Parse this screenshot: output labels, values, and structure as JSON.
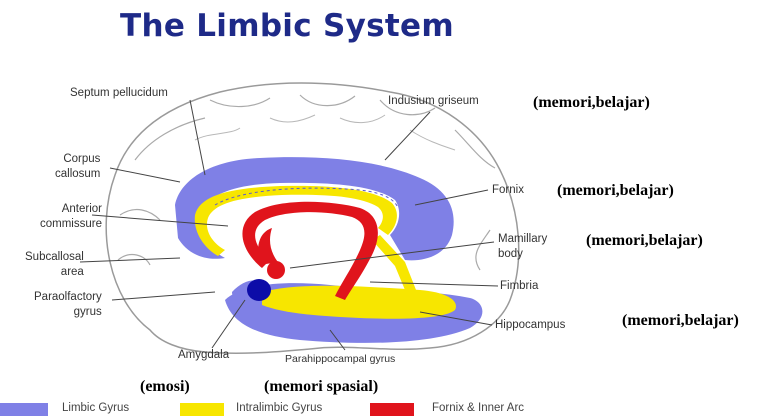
{
  "title": "The Limbic System",
  "labels": {
    "septum": "Septum pellucidum",
    "indusium": "Indusium griseum",
    "corpus": "Corpus\ncallosum",
    "fornix": "Fornix",
    "anterior": "Anterior\ncommissure",
    "mamillary": "Mamillary\nbody",
    "subcallosal": "Subcallosal\narea",
    "fimbria": "Fimbria",
    "parolfactory": "Paraolfactory\ngyrus",
    "hippocampus": "Hippocampus",
    "amygdala": "Amygdala",
    "parahippocampal": "Parahippocampal gyrus"
  },
  "notes": {
    "indusium": "(memori,belajar)",
    "fornix": "(memori,belajar)",
    "mamillary": "(memori,belajar)",
    "hippocampus": "(memori,belajar)",
    "amygdala": "(emosi)",
    "parahippocampal": "(memori spasial)"
  },
  "legend": [
    {
      "label": "Limbic Gyrus",
      "color": "#7f80e6"
    },
    {
      "label": "Intralimbic Gyrus",
      "color": "#f7e600"
    },
    {
      "label": "Fornix & Inner Arc",
      "color": "#e0141c"
    }
  ]
}
